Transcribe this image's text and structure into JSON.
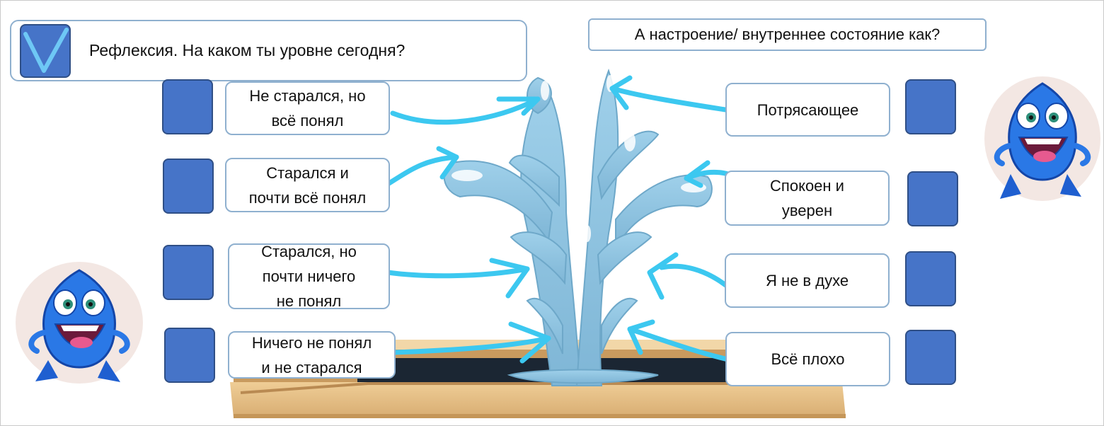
{
  "header": {
    "title": "Рефлексия. На каком ты уровне сегодня?",
    "check_icon": "check-v-icon"
  },
  "mood": {
    "title": "А настроение/ внутреннее состояние как?"
  },
  "levels": [
    {
      "lines": [
        "Не старался, но",
        "всё понял"
      ]
    },
    {
      "lines": [
        "Старался и",
        "почти всё понял"
      ]
    },
    {
      "lines": [
        "Старался, но",
        "почти ничего",
        "не понял"
      ]
    },
    {
      "lines": [
        "Ничего не понял",
        "и не старался"
      ]
    }
  ],
  "moods": [
    {
      "lines": [
        "Потрясающее"
      ]
    },
    {
      "lines": [
        "Спокоен и",
        "уверен"
      ]
    },
    {
      "lines": [
        "Я не в духе"
      ]
    },
    {
      "lines": [
        "Всё плохо"
      ]
    }
  ],
  "colors": {
    "tile_blue": "#4674c8",
    "arrow_blue": "#3cc8f0",
    "water": "#8fc3df",
    "box_border": "#8fb0cf",
    "basin": "#e0b880"
  }
}
